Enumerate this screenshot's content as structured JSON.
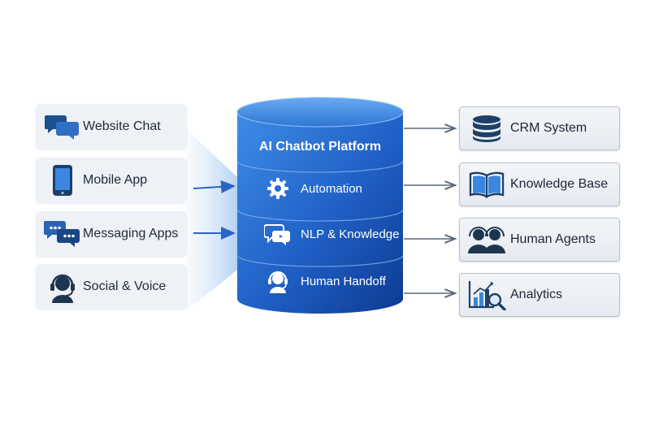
{
  "platform": {
    "title": "AI Chatbot Platform",
    "features": [
      {
        "label": "Automation",
        "icon": "gear-icon"
      },
      {
        "label": "NLP & Knowledge",
        "icon": "chat-bubbles-icon"
      },
      {
        "label": "Human Handoff",
        "icon": "headset-agent-icon"
      }
    ]
  },
  "channels": [
    {
      "label": "Website Chat",
      "icon": "chat-bubbles-icon"
    },
    {
      "label": "Mobile App",
      "icon": "smartphone-icon"
    },
    {
      "label": "Messaging Apps",
      "icon": "messaging-icon"
    },
    {
      "label": "Social & Voice",
      "icon": "headset-icon"
    }
  ],
  "systems": [
    {
      "label": "CRM System",
      "icon": "database-icon"
    },
    {
      "label": "Knowledge Base",
      "icon": "open-book-icon"
    },
    {
      "label": "Human Agents",
      "icon": "people-icon"
    },
    {
      "label": "Analytics",
      "icon": "analytics-icon"
    }
  ],
  "colors": {
    "accent": "#1d5fbf",
    "cylinder_top": "#3d8ae6",
    "cylinder_bottom": "#0f3f9c",
    "icon_dark": "#1e3f66",
    "card_bg": "#eef1f6"
  }
}
